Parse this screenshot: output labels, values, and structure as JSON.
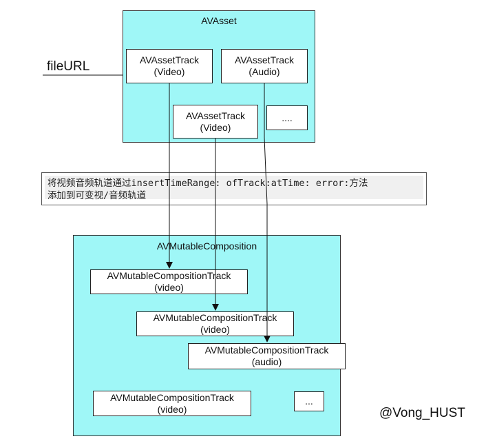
{
  "asset": {
    "title": "AVAsset",
    "tracks": [
      {
        "line1": "AVAssetTrack",
        "line2": "(Video)"
      },
      {
        "line1": "AVAssetTrack",
        "line2": "(Audio)"
      },
      {
        "line1": "AVAssetTrack",
        "line2": "(Video)"
      }
    ],
    "more": "....",
    "input_label": "fileURL"
  },
  "note": {
    "line1": "将视频音频轨道通过insertTimeRange: ofTrack:atTime: error:方法",
    "line2": "添加到可变视/音频轨道"
  },
  "composition": {
    "title": "AVMutableComposition",
    "tracks": [
      {
        "line1": "AVMutableCompositionTrack",
        "line2": "(video)"
      },
      {
        "line1": "AVMutableCompositionTrack",
        "line2": "(video)"
      },
      {
        "line1": "AVMutableCompositionTrack",
        "line2": "(audio)"
      },
      {
        "line1": "AVMutableCompositionTrack",
        "line2": "(video)"
      }
    ],
    "more": "..."
  },
  "watermark": "@Vong_HUST",
  "colors": {
    "container_fill": "#9ff7f7",
    "box_fill": "#ffffff",
    "line": "#111111"
  }
}
